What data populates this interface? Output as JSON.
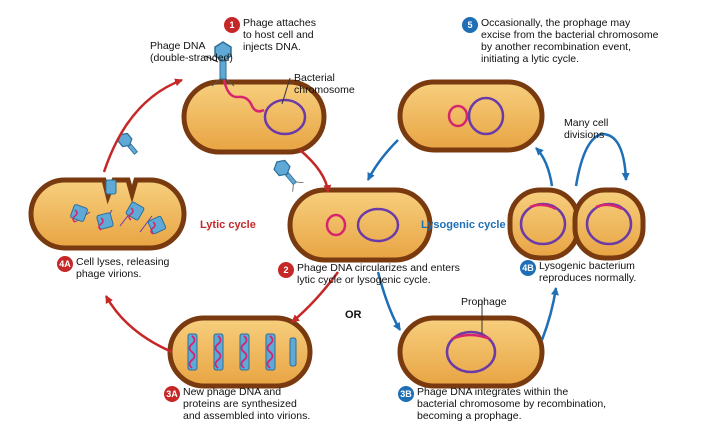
{
  "colors": {
    "lytic": "#c62828",
    "lysogenic": "#1e6fb5",
    "cell_wall": "#7a3a10",
    "cell_fill": "#f0b85a",
    "chromosome": "#6a3aa8",
    "phage_dna": "#d6246e",
    "phage": "#5ea9d6"
  },
  "labels": {
    "phage_dna": "Phage DNA\n(double-stranded)",
    "bacterial_chromosome": "Bacterial\nchromosome",
    "lytic_cycle": "Lytic cycle",
    "lysogenic_cycle": "Lysogenic cycle",
    "or": "OR",
    "prophage": "Prophage",
    "many_divisions": "Many cell\ndivisions"
  },
  "steps": [
    {
      "num": "1",
      "text": "Phage attaches\nto host cell and\ninjects DNA."
    },
    {
      "num": "2",
      "text": "Phage DNA circularizes and enters\nlytic cycle or lysogenic cycle."
    },
    {
      "num": "3A",
      "text": "New phage DNA and\nproteins are synthesized\nand assembled into virions."
    },
    {
      "num": "4A",
      "text": "Cell lyses, releasing\nphage virions."
    },
    {
      "num": "3B",
      "text": "Phage DNA integrates within the\nbacterial chromosome by recombination,\nbecoming a prophage."
    },
    {
      "num": "4B",
      "text": "Lysogenic bacterium\nreproduces normally."
    },
    {
      "num": "5",
      "text": "Occasionally, the prophage may\nexcise from the bacterial chromosome\nby another recombination event,\ninitiating a lytic cycle."
    }
  ]
}
